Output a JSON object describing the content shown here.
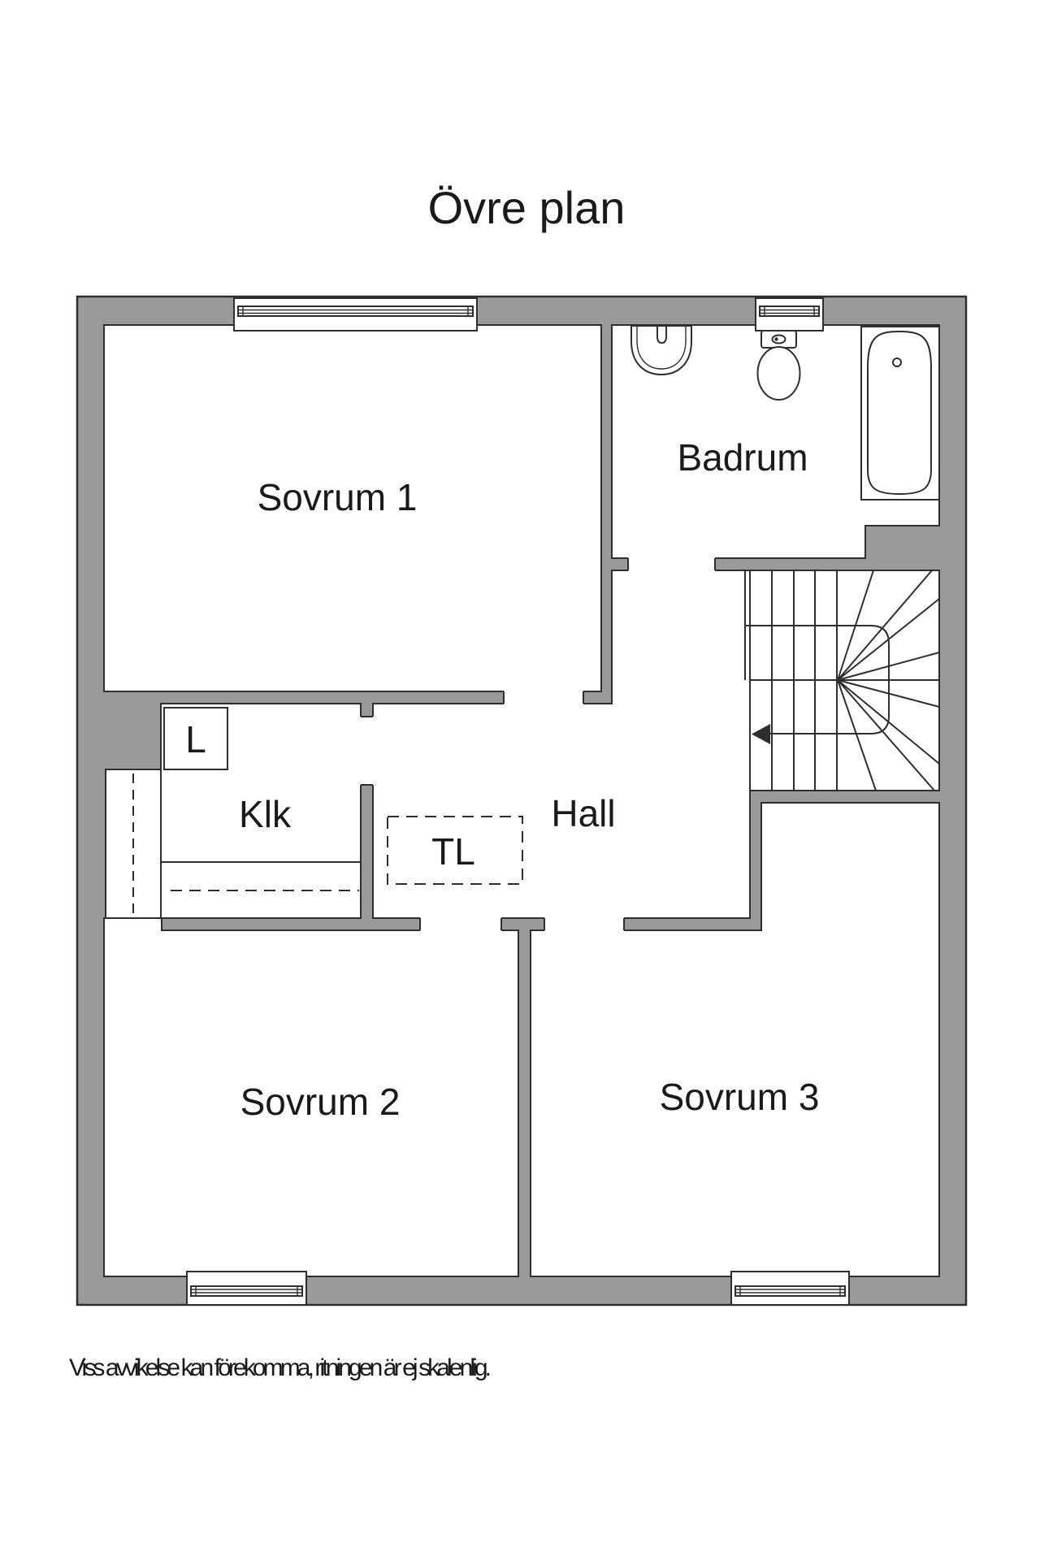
{
  "title": "Övre plan",
  "disclaimer": "Viss avvikelse kan förekomma, ritningen är ej skalenlig.",
  "rooms": {
    "sovrum1": "Sovrum 1",
    "badrum": "Badrum",
    "klk": "Klk",
    "hall": "Hall",
    "sovrum2": "Sovrum 2",
    "sovrum3": "Sovrum 3"
  },
  "markers": {
    "tl": "TL",
    "l": "L"
  },
  "colors": {
    "wall_fill": "#9a9a9a",
    "line_color": "#2e2e2e",
    "text_color": "#1a1a1a",
    "background": "#ffffff"
  }
}
